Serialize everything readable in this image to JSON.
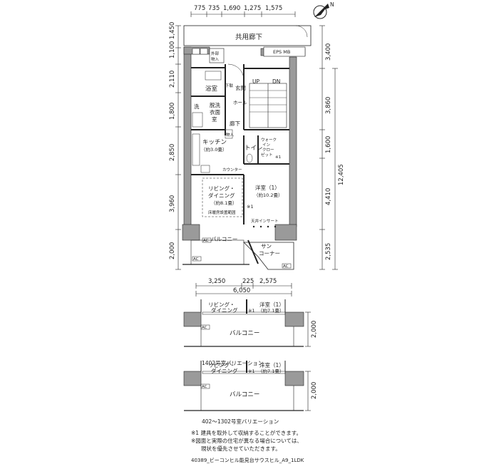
{
  "compass_label": "N",
  "main_plan": {
    "top_dims": [
      "775",
      "735",
      "1,690",
      "1,275",
      "1,575"
    ],
    "left_dims": [
      "1,450",
      "1,100",
      "2,110",
      "1,800",
      "2,850",
      "3,960",
      "2,000"
    ],
    "right_dims": [
      "3,400",
      "3,860",
      "1,600",
      "4,410",
      "2,535"
    ],
    "right_total": "12,405",
    "bottom_dims": [
      "3,250",
      "225",
      "2,575"
    ],
    "bottom_total": "6,050",
    "labels": {
      "corridor": "共用廊下",
      "eps_mb": "EPS MB",
      "outdoor_1": "外部",
      "outdoor_2": "物入",
      "bath": "浴室",
      "up": "UP",
      "dn": "DN",
      "entrance": "玄関",
      "shoe": "下駄",
      "hall": "ホール",
      "washroom_1": "脱洗",
      "washroom_2": "衣面",
      "washroom_3": "室",
      "wash": "洗",
      "hallway": "廊下",
      "storage": "物入",
      "kitchen": "キッチン",
      "kitchen_size": "（約3.0畳）",
      "toilet": "トイレ",
      "closet_1": "ウォーク",
      "closet_2": "イン",
      "closet_3": "クロー",
      "closet_4": "ゼット",
      "closet_note": "※1",
      "counter": "カウンター",
      "ld_1": "リビング・",
      "ld_2": "ダイニング",
      "ld_size": "（約8.1畳）",
      "floor_heat": "床暖房設置範囲",
      "western_room": "洋室（1）",
      "western_size": "（約10.2畳）",
      "western_note": "※1",
      "ceiling_insert": "天井インサート",
      "balcony": "バルコニー",
      "sunroom_1": "サン",
      "sunroom_2": "コーナー",
      "ac_1": "AC",
      "ac_2": "AC",
      "ac_3": "AC"
    }
  },
  "variation_1": {
    "ld_1": "リビング・",
    "ld_2": "ダイニング",
    "note": "※1",
    "western_room": "洋室（1）",
    "western_size": "（約7.1畳）",
    "balcony": "バルコニー",
    "dim": "2,000",
    "ac": "AC",
    "caption": "1402号室バリエーション"
  },
  "variation_2": {
    "ld_1": "リビング・",
    "ld_2": "ダイニング",
    "note": "※1",
    "western_room": "洋室（1）",
    "western_size": "（約7.1畳）",
    "balcony": "バルコニー",
    "dim": "2,000",
    "ac": "AC",
    "caption": "402～1302号室バリエーション"
  },
  "notes": [
    "※1 建具を取外して収納することができます。",
    "※図面と実際の住宅が異なる場合については、",
    "現状を優先させていただきます。"
  ],
  "footer_id": "40389_ビーコンヒル能見台サウスヒル_A9_1LDK"
}
